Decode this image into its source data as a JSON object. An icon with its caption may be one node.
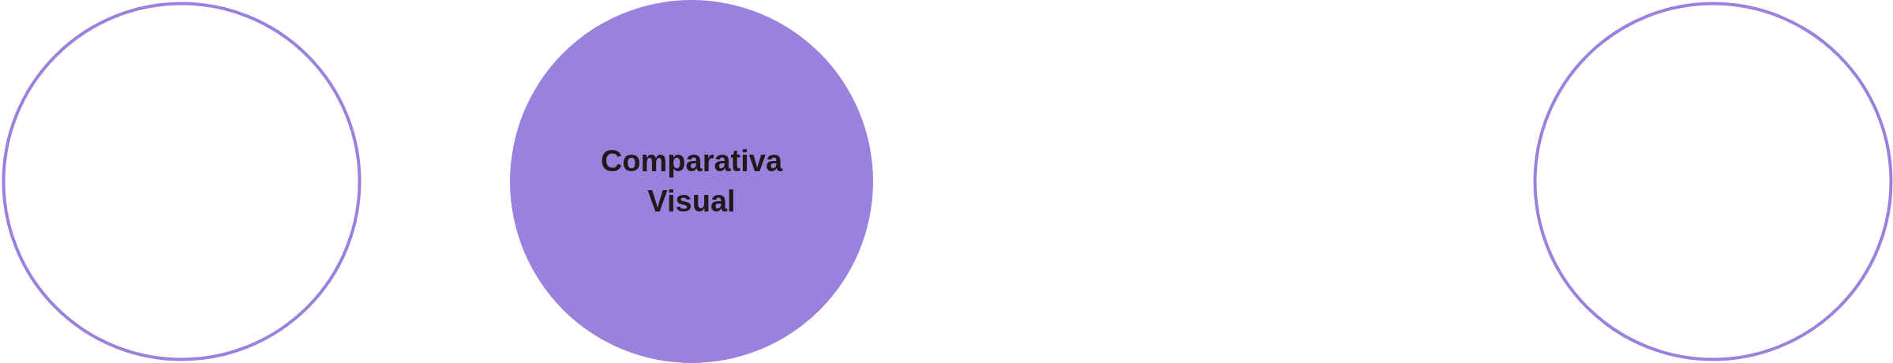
{
  "diagram": {
    "nodes": [
      {
        "text": [],
        "shape": "circle"
      },
      {
        "text": [
          "Comparativa Visual"
        ]
      },
      {
        "text": [],
        "shape": "circle"
      }
    ]
  }
}
